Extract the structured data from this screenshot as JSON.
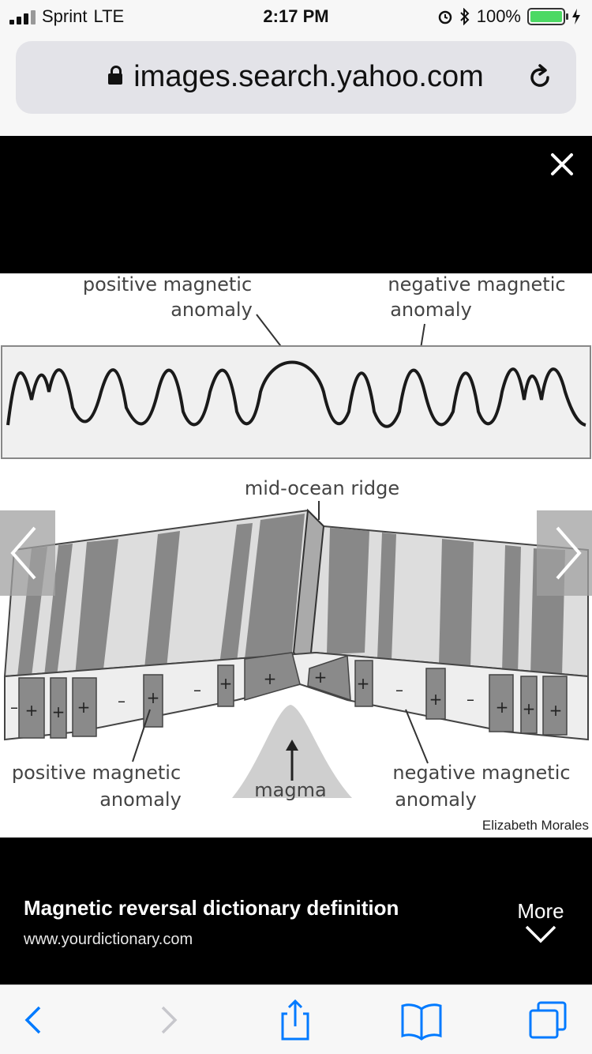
{
  "status": {
    "carrier": "Sprint",
    "network": "LTE",
    "time": "2:17 PM",
    "battery": "100%"
  },
  "browser": {
    "url": "images.search.yahoo.com"
  },
  "figure": {
    "label_top_left_1": "positive magnetic",
    "label_top_left_2": "anomaly",
    "label_top_right_1": "negative magnetic",
    "label_top_right_2": "anomaly",
    "label_ridge": "mid-ocean ridge",
    "label_bottom_left_1": "positive magnetic",
    "label_bottom_left_2": "anomaly",
    "label_magma": "magma",
    "label_bottom_right_1": "negative magnetic",
    "label_bottom_right_2": "anomaly",
    "credit": "Elizabeth Morales",
    "plus": "+",
    "minus": "–"
  },
  "caption": {
    "title": "Magnetic reversal dictionary definition",
    "source": "www.yourdictionary.com",
    "more": "More"
  },
  "colors": {
    "accent": "#007aff",
    "battery": "#4cd964"
  }
}
